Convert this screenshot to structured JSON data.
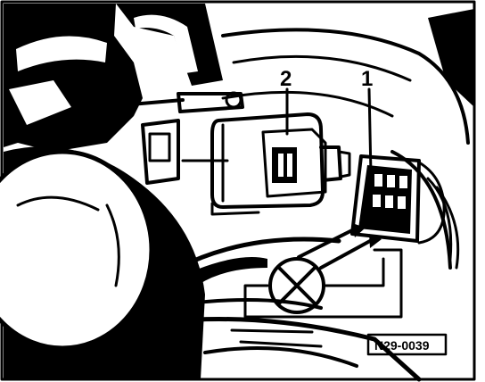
{
  "callouts": [
    {
      "label": "1"
    },
    {
      "label": "2"
    }
  ],
  "figure_code": "N29-0039",
  "colors": {
    "ink": "#000000",
    "paper": "#ffffff"
  }
}
